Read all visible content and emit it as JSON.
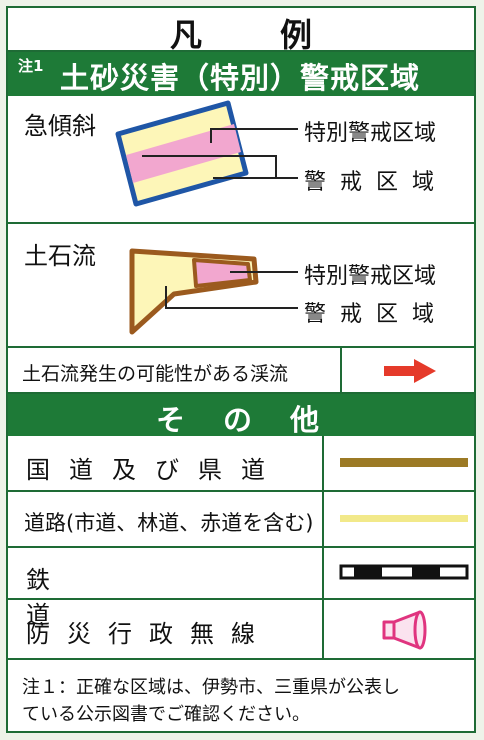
{
  "title": {
    "left": "凡",
    "right": "例"
  },
  "section1": {
    "note_marker": "注1",
    "label": "土砂災害（特別）警戒区域"
  },
  "steep_slope": {
    "label": "急傾斜",
    "special_label": "特別警戒区域",
    "warning_label": "警戒区域"
  },
  "debris_flow": {
    "label": "土石流",
    "special_label": "特別警戒区域",
    "warning_label": "警戒区域"
  },
  "stream_row": {
    "label": "土石流発生の可能性がある渓流",
    "symbol": "red-arrow-icon"
  },
  "section2": {
    "label": "その他"
  },
  "rows": [
    {
      "label": "国道及び県道",
      "symbol": "national-prefectural-road-line"
    },
    {
      "label": "道路(市道、林道、赤道を含む)",
      "symbol": "road-line"
    },
    {
      "label": "鉄道",
      "symbol": "railway-line"
    },
    {
      "label": "防災行政無線",
      "symbol": "loudspeaker-icon"
    }
  ],
  "footnote": {
    "line1": "注１：正確な区域は、伊勢市、三重県が公表し",
    "line2": "ている公示図書でご確認ください。"
  },
  "colors": {
    "frame_green": "#1e7a37",
    "special_zone_pink": "#f2a7cf",
    "warning_zone_yellow": "#fdf6b8",
    "slope_border_blue": "#1f56a6",
    "debris_border_brown": "#9b5a1e",
    "arrow_red": "#e53a2a",
    "national_road": "#9c7a25",
    "road": "#f2e98a",
    "loudspeaker": "#e0347f"
  }
}
